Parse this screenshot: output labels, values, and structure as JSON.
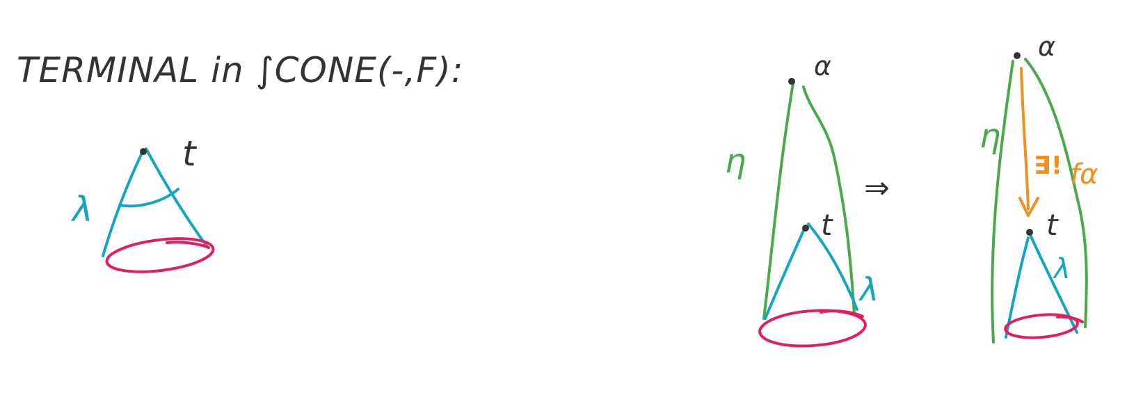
{
  "title": "TERMINAL in ∫CONE(-,F):",
  "labels": {
    "apex_t": "t",
    "cone_lambda": "λ",
    "apex_alpha": "α",
    "cone_eta": "η",
    "implies": "⇒",
    "exists_unique": "∃!",
    "f_alpha": "fα"
  },
  "colors": {
    "ink": "#333333",
    "lambda_cone": "#13a5c2",
    "eta_cone": "#4aa94a",
    "base": "#e0205e",
    "arrow": "#f0901e"
  }
}
